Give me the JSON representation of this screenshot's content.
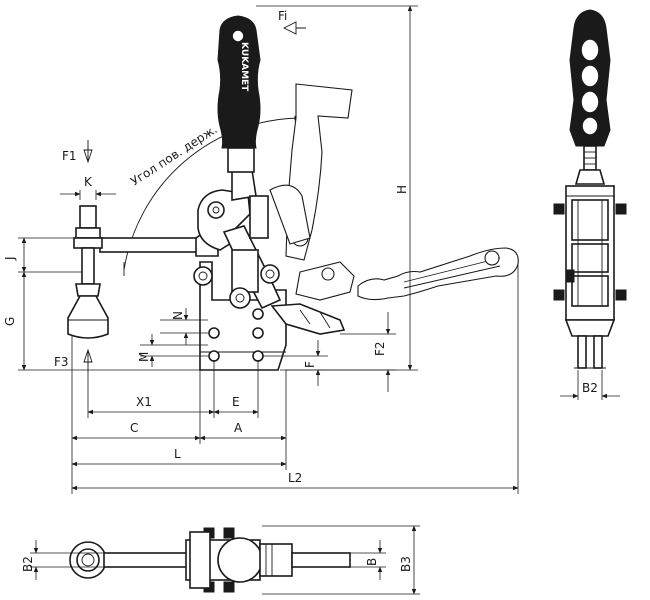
{
  "labels": {
    "fi": "Fi",
    "f1": "F1",
    "k": "K",
    "j": "J",
    "g": "G",
    "f3": "F3",
    "n": "N",
    "m": "M",
    "f2": "F2",
    "f": "F",
    "h": "H",
    "x1": "X1",
    "e": "E",
    "c": "C",
    "a": "A",
    "l": "L",
    "l2": "L2",
    "b2_side": "B2",
    "b2_top": "B2",
    "b": "B",
    "b3": "B3",
    "angle": "Угол пов. держ.",
    "brand": "KUKAMET"
  }
}
